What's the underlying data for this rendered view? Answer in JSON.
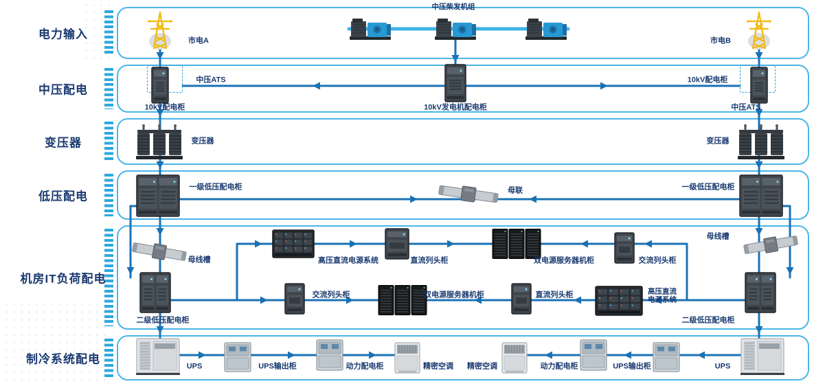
{
  "colors": {
    "row_border": "#4ab5e6",
    "wire": "#1a72b5",
    "generator_bus": "#3fb3e6",
    "label": "#1a3a70",
    "tower": "#f2b90d"
  },
  "diagram": {
    "rows": [
      {
        "id": "power-input",
        "label": "电力输入"
      },
      {
        "id": "mv-distribution",
        "label": "中压配电"
      },
      {
        "id": "transformers",
        "label": "变压器"
      },
      {
        "id": "lv-distribution",
        "label": "低压配电"
      },
      {
        "id": "it-load-distribution",
        "label": "机房IT负荷配电"
      },
      {
        "id": "cooling-distribution",
        "label": "制冷系统配电"
      }
    ],
    "nodes": [
      {
        "id": "genset-title",
        "icon": "",
        "label": "中压柴发机组"
      },
      {
        "id": "tower-a",
        "icon": "transmission-tower-icon",
        "label": "市电A"
      },
      {
        "id": "gen-1",
        "icon": "diesel-generator-icon",
        "label": ""
      },
      {
        "id": "gen-2",
        "icon": "diesel-generator-icon",
        "label": ""
      },
      {
        "id": "gen-3",
        "icon": "diesel-generator-icon",
        "label": ""
      },
      {
        "id": "tower-b",
        "icon": "transmission-tower-icon",
        "label": "市电B"
      },
      {
        "id": "mv-ats-left",
        "icon": "switchgear-cabinet-icon",
        "label": "中压ATS"
      },
      {
        "id": "mv-panel-left",
        "icon": "",
        "label": "10kV配电柜"
      },
      {
        "id": "gen-switchgear",
        "icon": "switchgear-cabinet-icon",
        "label": "10kV发电机配电柜"
      },
      {
        "id": "mv-panel-right",
        "icon": "",
        "label": "10kV配电柜"
      },
      {
        "id": "mv-ats-right",
        "icon": "switchgear-cabinet-icon",
        "label": "中压ATS"
      },
      {
        "id": "transformer-left",
        "icon": "transformer-icon",
        "label": "变压器"
      },
      {
        "id": "transformer-right",
        "icon": "transformer-icon",
        "label": "变压器"
      },
      {
        "id": "lv1-left",
        "icon": "lv-cabinet-icon",
        "label": "一级低压配电柜"
      },
      {
        "id": "bus-tie",
        "icon": "busbar-icon",
        "label": "母联"
      },
      {
        "id": "lv1-right",
        "icon": "lv-cabinet-icon",
        "label": "一级低压配电柜"
      },
      {
        "id": "busway-left",
        "icon": "busbar-icon",
        "label": "母线槽"
      },
      {
        "id": "lv2-left",
        "icon": "lv-cabinet-icon",
        "label": "二级低压配电柜"
      },
      {
        "id": "hvdc-top",
        "icon": "hvdc-power-system-icon",
        "label": "高压直流电源系统"
      },
      {
        "id": "dc-row-head-top",
        "icon": "row-head-cabinet-icon",
        "label": "直流列头柜"
      },
      {
        "id": "servers-top",
        "icon": "server-rack-icon",
        "label": "双电源服务器机柜"
      },
      {
        "id": "ac-row-head-top",
        "icon": "row-head-cabinet-icon",
        "label": "交流列头柜"
      },
      {
        "id": "busway-right",
        "icon": "busbar-icon",
        "label": "母线槽"
      },
      {
        "id": "lv2-right",
        "icon": "lv-cabinet-icon",
        "label": "二级低压配电柜"
      },
      {
        "id": "ac-row-head-bottom",
        "icon": "row-head-cabinet-icon",
        "label": "交流列头柜"
      },
      {
        "id": "servers-bottom",
        "icon": "server-rack-icon",
        "label": "双电源服务器机柜"
      },
      {
        "id": "dc-row-head-bottom",
        "icon": "row-head-cabinet-icon",
        "label": "直流列头柜"
      },
      {
        "id": "hvdc-bottom",
        "icon": "hvdc-power-system-icon",
        "label": "高压直流\n电源系统"
      },
      {
        "id": "ups-left",
        "icon": "ups-cabinet-icon",
        "label": "UPS"
      },
      {
        "id": "ups-output-left",
        "icon": "power-cabinet-icon",
        "label": "UPS输出柜"
      },
      {
        "id": "power-dist-left",
        "icon": "power-cabinet-icon",
        "label": "动力配电柜"
      },
      {
        "id": "crac-left",
        "icon": "crac-icon",
        "label": "精密空调"
      },
      {
        "id": "crac-right",
        "icon": "crac-icon",
        "label": "精密空调"
      },
      {
        "id": "power-dist-right",
        "icon": "power-cabinet-icon",
        "label": "动力配电柜"
      },
      {
        "id": "ups-output-right",
        "icon": "power-cabinet-icon",
        "label": "UPS输出柜"
      },
      {
        "id": "ups-right",
        "icon": "ups-cabinet-icon",
        "label": "UPS"
      }
    ]
  }
}
